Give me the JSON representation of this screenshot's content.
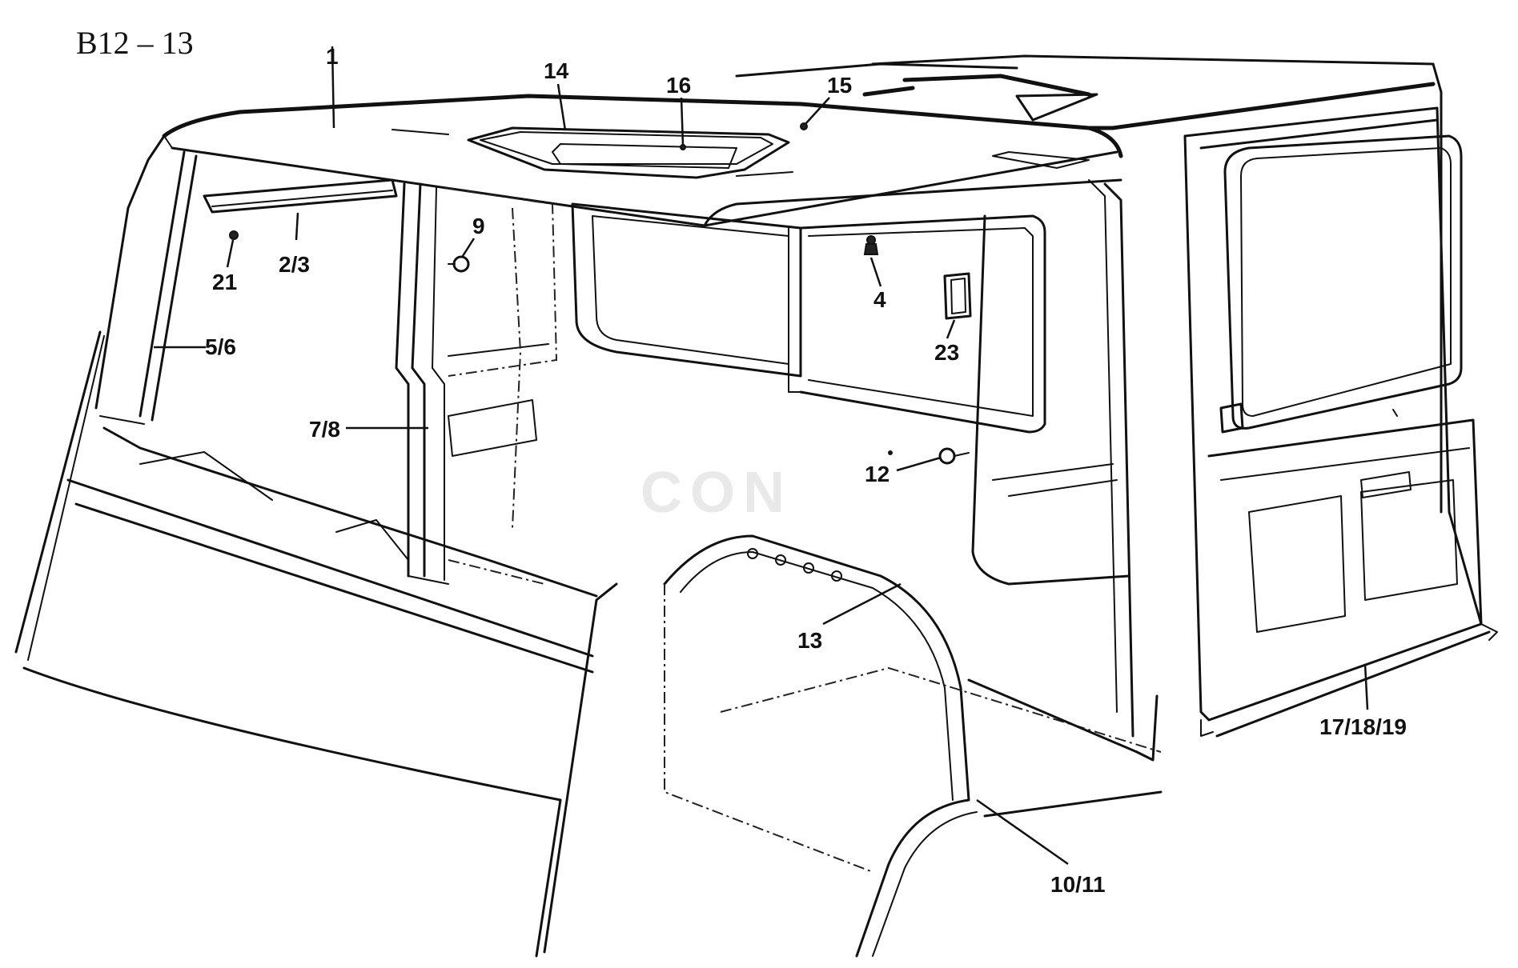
{
  "diagram_code": "B12 – 13",
  "watermark": "CON",
  "callouts": {
    "c1": "1",
    "c14": "14",
    "c16": "16",
    "c15": "15",
    "c9": "9",
    "c21": "21",
    "c23": "2/3",
    "c4": "4",
    "c5_6": "5/6",
    "c23b": "23",
    "c7_8": "7/8",
    "c12": "12",
    "c13": "13",
    "c17_18_19": "17/18/19",
    "c10_11": "10/11"
  }
}
